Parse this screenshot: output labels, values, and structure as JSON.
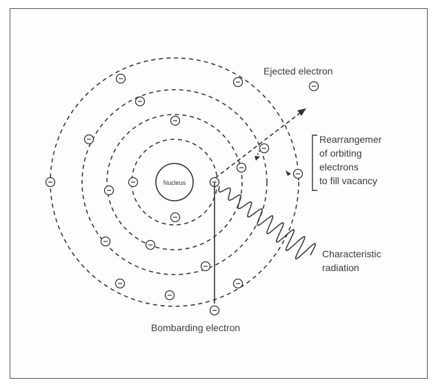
{
  "diagram": {
    "nucleus_label": "Nucleus",
    "labels": {
      "ejected": "Ejected electron",
      "rearrangement": [
        "Rearrangemer",
        "of orbiting",
        "electrons",
        "to fill vacancy"
      ],
      "characteristic": [
        "Characteristic",
        "radiation"
      ],
      "bombarding": "Bombarding electron"
    }
  }
}
